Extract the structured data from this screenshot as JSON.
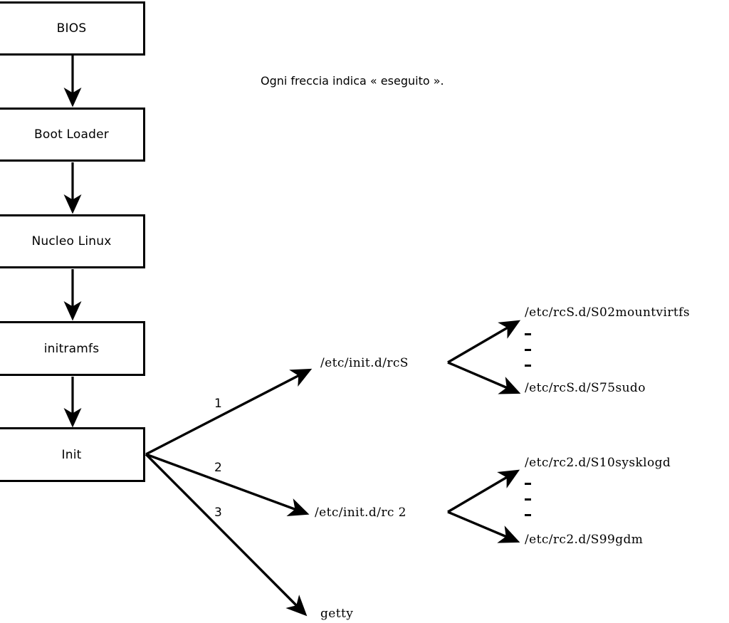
{
  "diagram": {
    "title_caption": "Ogni freccia indica « eseguito ».",
    "stack_boxes": [
      {
        "label": "BIOS"
      },
      {
        "label": "Boot Loader"
      },
      {
        "label": "Nucleo Linux"
      },
      {
        "label": "initramfs"
      },
      {
        "label": "Init"
      }
    ],
    "init_branches": [
      {
        "number": "1",
        "target": "/etc/init.d/rcS"
      },
      {
        "number": "2",
        "target": "/etc/init.d/rc 2"
      },
      {
        "number": "3",
        "target": "getty"
      }
    ],
    "rcs_scripts": {
      "first": "/etc/rcS.d/S02mountvirtfs",
      "last": "/etc/rcS.d/S75sudo",
      "ellipsis": [
        "-",
        "-",
        "-"
      ]
    },
    "rc2_scripts": {
      "first": "/etc/rc2.d/S10sysklogd",
      "last": "/etc/rc2.d/S99gdm",
      "ellipsis": [
        "-",
        "-",
        "-"
      ]
    },
    "colors": {
      "stroke": "#000000",
      "background": "#ffffff"
    }
  }
}
